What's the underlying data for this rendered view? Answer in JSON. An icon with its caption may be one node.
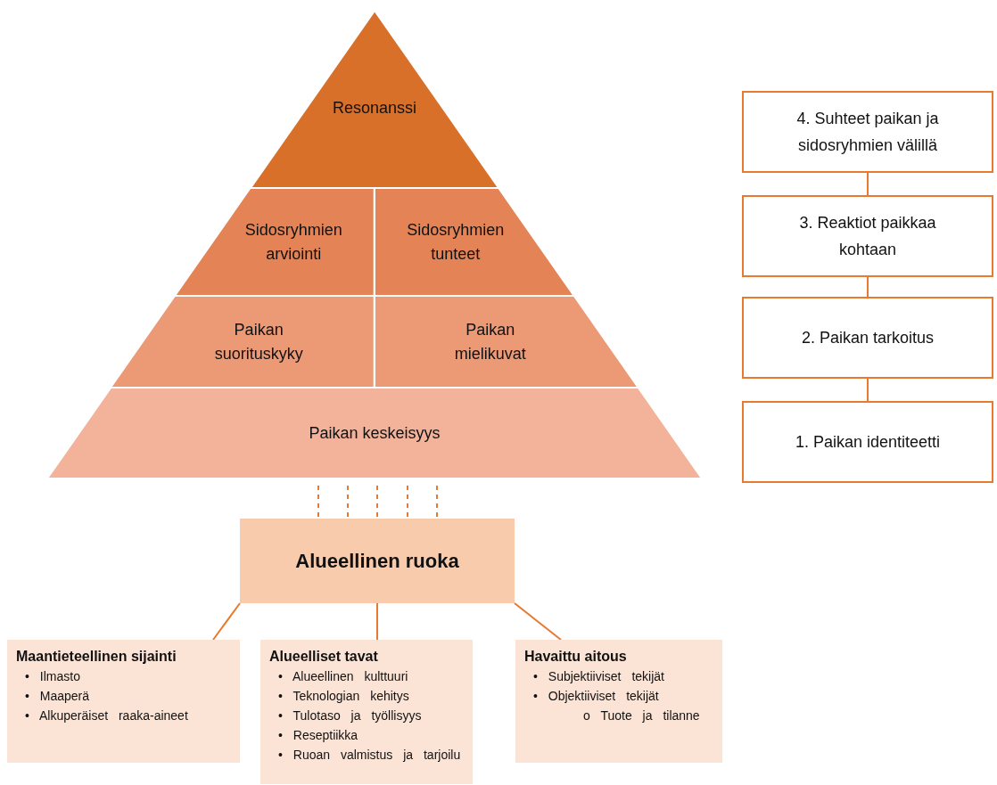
{
  "diagram": {
    "nodes": [
      {
        "text": [
          "Resonanssi"
        ]
      },
      {
        "text": [
          "Sidosryhmien arviointi"
        ]
      },
      {
        "text": [
          "Sidosryhmien tunteet"
        ]
      },
      {
        "text": [
          "Paikan suorituskyky"
        ]
      },
      {
        "text": [
          "Paikan mielikuvat"
        ]
      },
      {
        "text": [
          "Paikan keskeisyys"
        ]
      },
      {
        "text": [
          "4. Suhteet paikan ja sidosryhmien välillä"
        ]
      },
      {
        "text": [
          "3. Reaktiot paikkaa kohtaan"
        ]
      },
      {
        "text": [
          "2. Paikan tarkoitus"
        ]
      },
      {
        "text": [
          "1. Paikan identiteetti"
        ]
      },
      {
        "text": [
          "Alueellinen ruoka"
        ]
      },
      {
        "text": [
          "Maantieteellinen sijainti",
          "• Ilmasto",
          "• Maaperä",
          "• Alkuperäiset raaka-aineet"
        ]
      },
      {
        "text": [
          "Alueelliset tavat",
          "• Alueellinen kulttuuri",
          "• Teknologian kehitys",
          "• Tulotaso ja työllisyys",
          "• Reseptiikka",
          "• Ruoan valmistus ja tarjoilu"
        ]
      },
      {
        "text": [
          "Havaittu aitous",
          "• Subjektiiviset tekijät",
          "• Objektiiviset tekijät",
          "o Tuote ja tilanne"
        ]
      }
    ],
    "edges": [
      {
        "from": 6,
        "to": 7,
        "arrow": "none"
      },
      {
        "from": 7,
        "to": 8,
        "arrow": "none"
      },
      {
        "from": 8,
        "to": 9,
        "arrow": "none"
      },
      {
        "from": 5,
        "to": 10,
        "arrow": "none",
        "style": "dashed"
      },
      {
        "from": 5,
        "to": 10,
        "arrow": "none",
        "style": "dashed"
      },
      {
        "from": 5,
        "to": 10,
        "arrow": "none",
        "style": "dashed"
      },
      {
        "from": 5,
        "to": 10,
        "arrow": "none",
        "style": "dashed"
      },
      {
        "from": 5,
        "to": 10,
        "arrow": "none",
        "style": "dashed"
      },
      {
        "from": 10,
        "to": 11,
        "arrow": "none"
      },
      {
        "from": 10,
        "to": 12,
        "arrow": "none"
      },
      {
        "from": 10,
        "to": 13,
        "arrow": "none"
      }
    ]
  }
}
